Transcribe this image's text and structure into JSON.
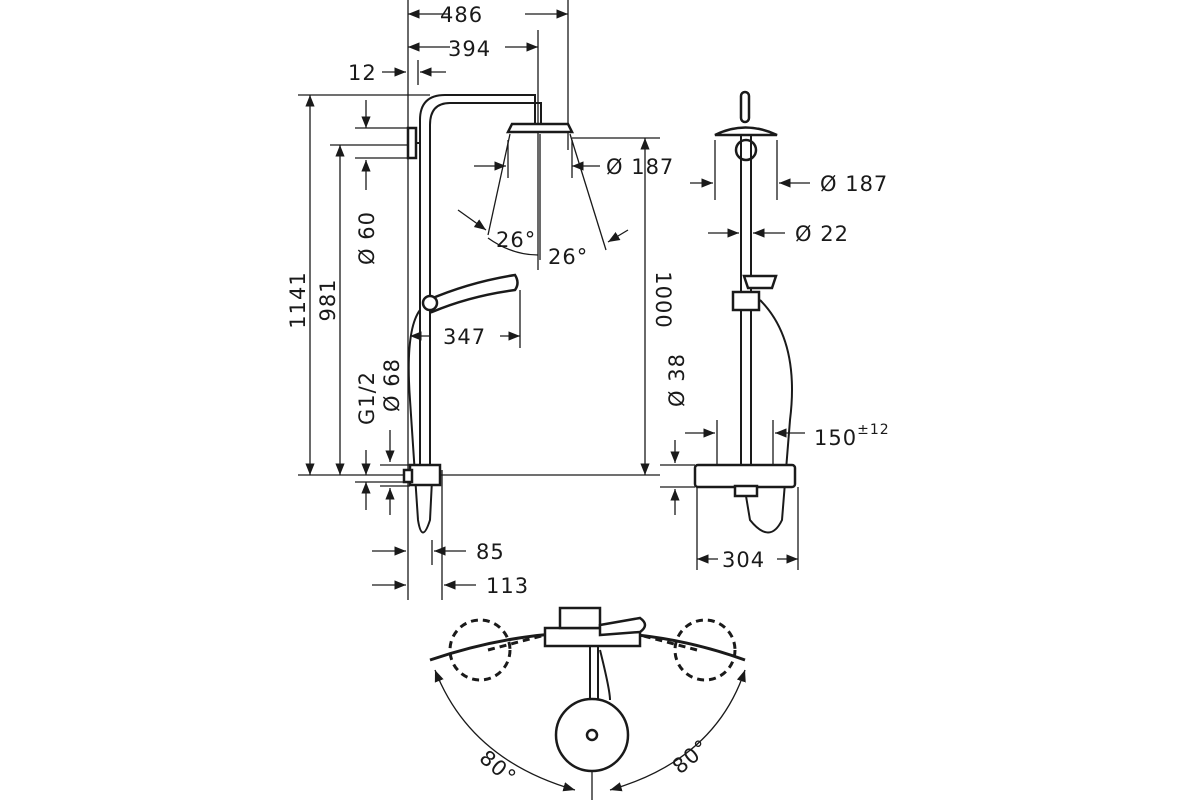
{
  "title": "Shower system dimension drawing",
  "side_view": {
    "width_total": "486",
    "arm_length": "394",
    "wall_offset": "12",
    "height_total": "1141",
    "height_mount": "981",
    "pipe_diameter_top": "Ø 60",
    "thread": "G1/2",
    "pipe_diameter_bottom": "Ø 68",
    "spray_angle_left": "26°",
    "spray_angle_right": "26°",
    "head_diameter": "Ø 187",
    "head_height": "1000",
    "hand_shower_reach": "347",
    "depth_inner": "85",
    "depth_outer": "113"
  },
  "front_view": {
    "head_diameter": "Ø 187",
    "pipe_diameter": "Ø 22",
    "inlet_diameter": "Ø 38",
    "inlet_spacing": "150",
    "inlet_spacing_tolerance": "±12",
    "mixer_width": "304"
  },
  "top_view": {
    "swivel_left": "80°",
    "swivel_right": "80°"
  }
}
